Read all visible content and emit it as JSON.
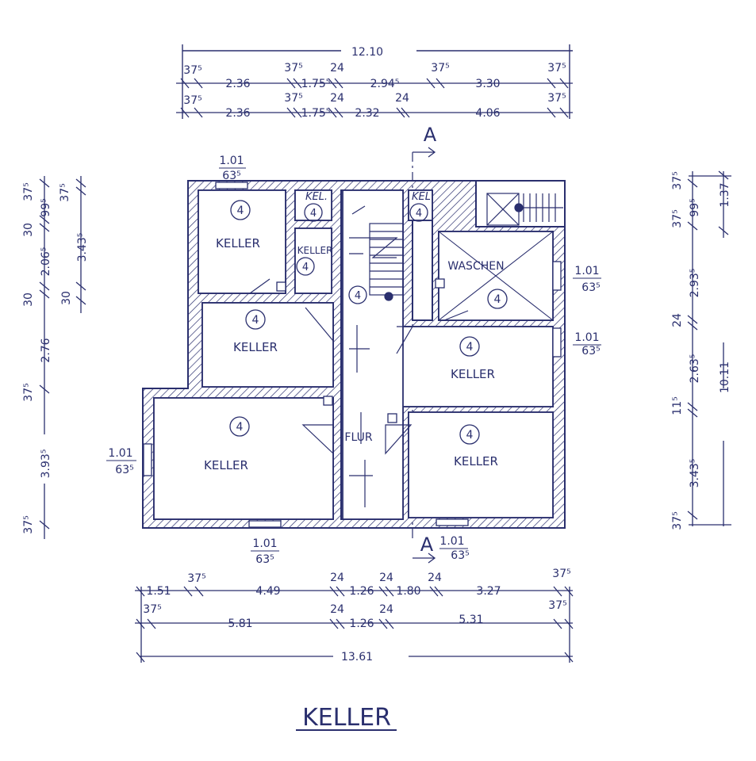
{
  "title": "KELLER",
  "section_marker": "A",
  "rooms": [
    {
      "label": "KELLER",
      "tag": "4"
    },
    {
      "label": "KELLER",
      "tag": "4"
    },
    {
      "label": "KELLER",
      "tag": "4"
    },
    {
      "label": "WASCHEN",
      "tag": "4"
    },
    {
      "label": "KELLER",
      "tag": "4"
    },
    {
      "label": "KELLER",
      "tag": "4"
    },
    {
      "label": "KELLER",
      "tag": "4"
    },
    {
      "label": "KEL.",
      "tag": "4"
    },
    {
      "label": "KEL",
      "tag": "4"
    },
    {
      "label": "FLUR",
      "tag": "4"
    }
  ],
  "windows": {
    "top": {
      "w": "1.01",
      "h": "63⁵"
    },
    "right1": {
      "w": "1.01",
      "h": "63⁵"
    },
    "right2": {
      "w": "1.01",
      "h": "63⁵"
    },
    "left": {
      "w": "1.01",
      "h": "63⁵"
    },
    "bottom1": {
      "w": "1.01",
      "h": "63⁵"
    },
    "bottom2": {
      "w": "1.01",
      "h": "63⁵"
    }
  },
  "dims_top": {
    "total": "12.10",
    "row1": [
      "37⁵",
      "2.36",
      "37⁵",
      "1.75⁵",
      "24",
      "2.94⁵",
      "37⁵",
      "3.30",
      "37⁵"
    ],
    "row2": [
      "37⁵",
      "2.36",
      "37⁵",
      "1.75⁵",
      "24",
      "2.32",
      "24",
      "4.06",
      "37⁵"
    ]
  },
  "dims_bottom": {
    "total": "13.61",
    "row1": [
      "1.51",
      "37⁵",
      "4.49",
      "24",
      "1.26",
      "24",
      "1.80",
      "24",
      "3.27",
      "37⁵"
    ],
    "row2": [
      "37⁵",
      "5.81",
      "24",
      "1.26",
      "24",
      "5.31",
      "37⁵"
    ]
  },
  "dims_left": [
    "37⁵",
    "99⁵",
    "30",
    "2.06⁵",
    "30",
    "2.76",
    "37⁵",
    "3.93⁵",
    "37⁵",
    "37⁵",
    "3.43⁵",
    "30"
  ],
  "dims_right": [
    "37⁵",
    "99⁵",
    "37⁵",
    "2.93⁵",
    "24",
    "2.63⁵",
    "11⁵",
    "3.43⁵",
    "37⁵",
    "1.37",
    "10.11"
  ]
}
